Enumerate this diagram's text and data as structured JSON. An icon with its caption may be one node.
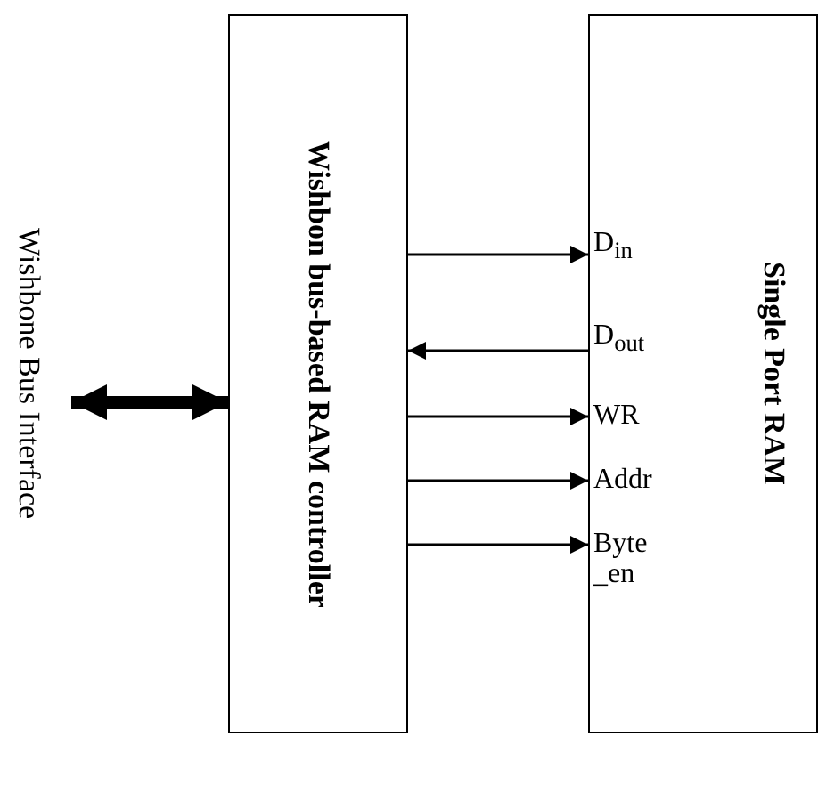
{
  "diagram": {
    "nodes": [
      {
        "text": [
          "Wishbone Bus Interface"
        ]
      },
      {
        "text": [
          "Wishbon bus-based RAM controller"
        ]
      },
      {
        "text": [
          "Single Port RAM"
        ]
      }
    ],
    "edges": [
      {
        "from": 0,
        "to": 1,
        "arrow": "both",
        "style": "thick"
      },
      {
        "from": 1,
        "to": 2,
        "arrow": "to"
      },
      {
        "from": 2,
        "to": 1,
        "arrow": "to"
      },
      {
        "from": 1,
        "to": 2,
        "arrow": "to"
      },
      {
        "from": 1,
        "to": 2,
        "arrow": "to"
      },
      {
        "from": 1,
        "to": 2,
        "arrow": "to"
      }
    ],
    "labels": [
      "D$_{in}$",
      "D$_{out}$",
      "WR",
      "Addr",
      "Byte _en"
    ]
  }
}
